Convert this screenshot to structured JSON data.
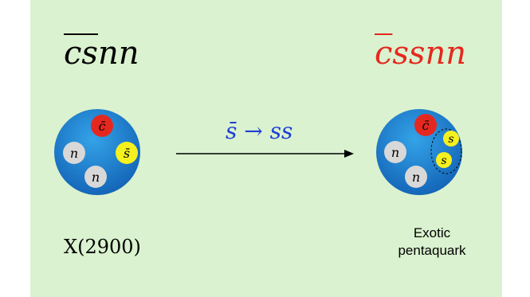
{
  "left_hadron": {
    "formula": {
      "c": "c",
      "s": "s",
      "rest": "nn"
    },
    "name": "X(2900)",
    "quarks": [
      "c̄",
      "s̄",
      "n",
      "n"
    ]
  },
  "transition": {
    "from": "s̄",
    "arrow": "→",
    "to": "ss"
  },
  "right_hadron": {
    "formula": {
      "c": "c",
      "rest": "ssnn"
    },
    "caption_line1": "Exotic",
    "caption_line2": "pentaquark",
    "quarks": [
      "c̄",
      "s",
      "s",
      "n",
      "n"
    ]
  },
  "colors": {
    "background": "#daf2cf",
    "hadron_blue": "#1b7fd0",
    "charm_red": "#e5281f",
    "strange_yellow": "#f5f020",
    "light_gray": "#d8d8d8",
    "right_formula": "#e5281f",
    "process_text": "#1f3fd6"
  }
}
